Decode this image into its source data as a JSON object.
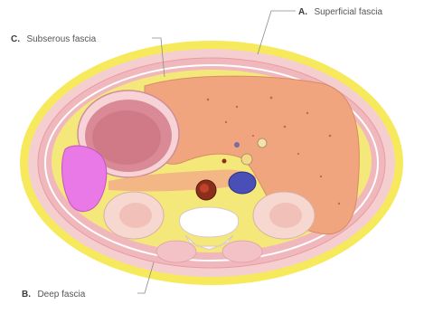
{
  "labels": {
    "superficial": {
      "letter": "A.",
      "text": "Superficial fascia"
    },
    "subserous": {
      "letter": "C.",
      "text": "Subserous fascia"
    },
    "deep": {
      "letter": "B.",
      "text": "Deep fascia"
    }
  },
  "colors": {
    "superficial_fascia": "#f6ea5c",
    "skin": "#f3c6c6",
    "muscle": "#f0b8bd",
    "liver": "#f0a57e",
    "stomach": "#d98a96",
    "spleen": "#e879e6",
    "kidney": "#f7d8d0",
    "aorta": "#8b2f1c",
    "ivc": "#4a4fb8",
    "fat": "#f5e87a"
  }
}
